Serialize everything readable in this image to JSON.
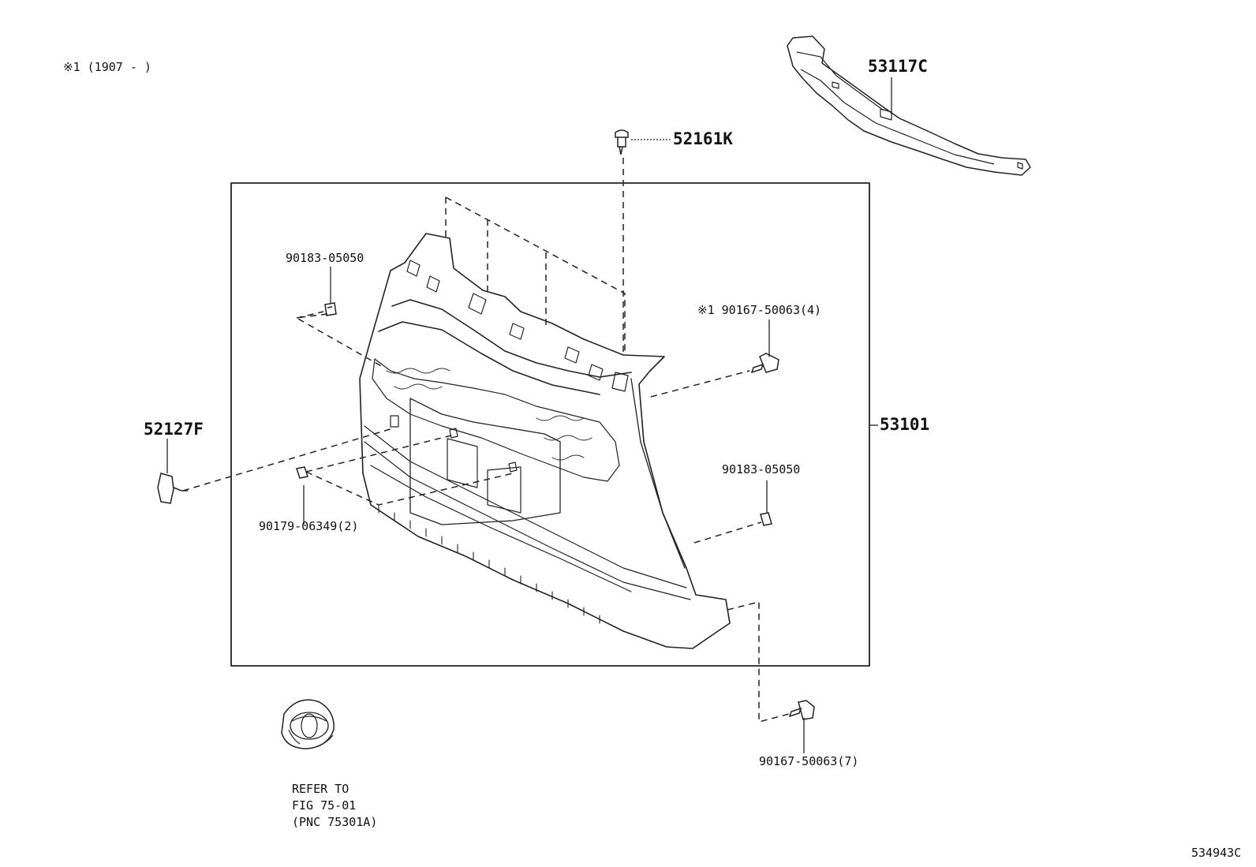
{
  "note": "※1 (1907 -     )",
  "parts": {
    "p_53117C": "53117C",
    "p_52161K": "52161K",
    "p_90183_top": "90183-05050",
    "p_90167_4": "※1 90167-50063(4)",
    "p_52127F": "52127F",
    "p_53101": "53101",
    "p_90183_right": "90183-05050",
    "p_90179": "90179-06349(2)",
    "p_90167_7": "90167-50063(7)"
  },
  "refer": {
    "line1": "REFER TO",
    "line2": "FIG 75-01",
    "line3": "(PNC 75301A)"
  },
  "figure_id": "534943C"
}
